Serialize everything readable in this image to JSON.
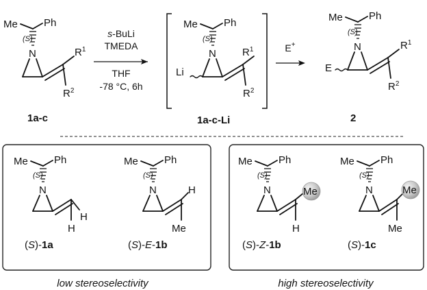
{
  "reaction": {
    "substituents": {
      "methyl": "Me",
      "phenyl": "Ph",
      "nitrogen": "N",
      "config": "(S)",
      "r1": "R",
      "r2": "R",
      "r1_index": "1",
      "r2_index": "2",
      "lithium": "Li",
      "electrophile_atom": "E"
    },
    "reagents": {
      "base": "s-BuLi",
      "base_prefix": "s",
      "base_rest": "-BuLi",
      "additive": "TMEDA",
      "solvent": "THF",
      "conditions": "-78 °C, 6h"
    },
    "electrophile": {
      "label": "E",
      "charge": "+"
    },
    "compounds": {
      "start": "1a-c",
      "intermediate": "1a-c-Li",
      "product": "2"
    }
  },
  "panels": {
    "left": {
      "caption": "low stereoselectivity",
      "items": [
        {
          "prefix": "(",
          "config": "S",
          "mid": ")-",
          "bold": "1a",
          "subst_a": "H",
          "subst_b": "H"
        },
        {
          "prefix": "(",
          "config": "S",
          "mid": ")-",
          "geom": "E",
          "dash": "-",
          "bold": "1b",
          "subst_a": "H",
          "subst_b": "Me"
        }
      ]
    },
    "right": {
      "caption": "high stereoselectivity",
      "items": [
        {
          "prefix": "(",
          "config": "S",
          "mid": ")-",
          "geom": "Z",
          "dash": "-",
          "bold": "1b",
          "subst_a": "Me",
          "subst_b": "H"
        },
        {
          "prefix": "(",
          "config": "S",
          "mid": ")-",
          "bold": "1c",
          "subst_a": "Me",
          "subst_b": "Me"
        }
      ]
    }
  }
}
